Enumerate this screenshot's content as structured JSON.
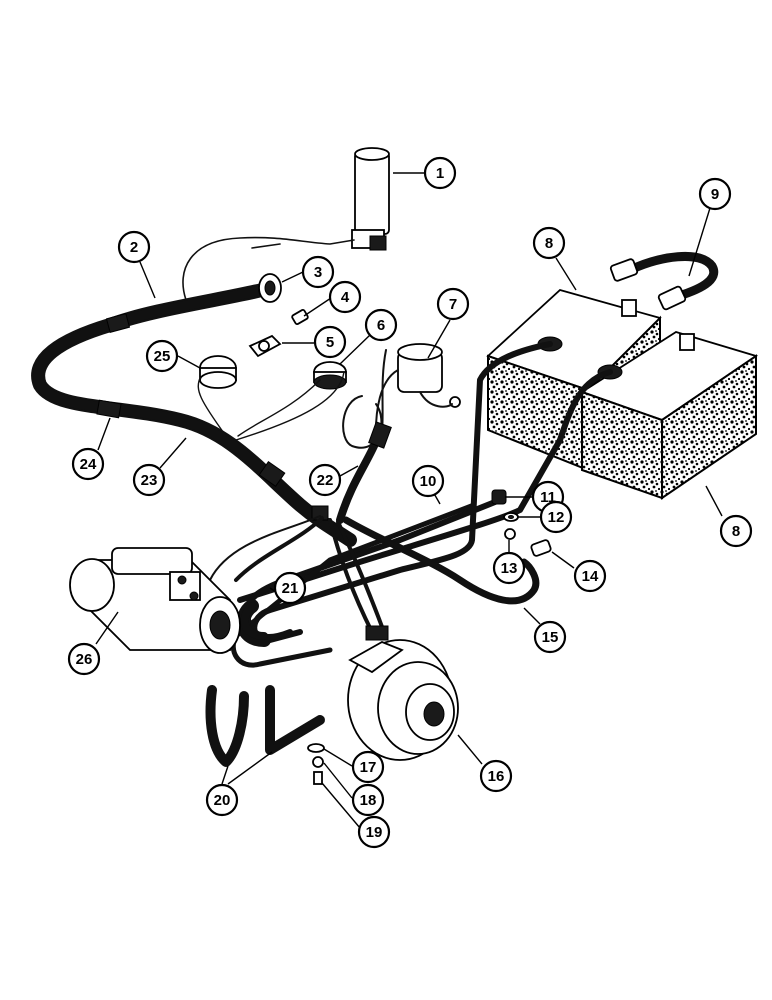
{
  "diagram": {
    "callouts": [
      {
        "id": "c1",
        "label": "1"
      },
      {
        "id": "c2",
        "label": "2"
      },
      {
        "id": "c3",
        "label": "3"
      },
      {
        "id": "c4",
        "label": "4"
      },
      {
        "id": "c5",
        "label": "5"
      },
      {
        "id": "c6",
        "label": "6"
      },
      {
        "id": "c7",
        "label": "7"
      },
      {
        "id": "c8a",
        "label": "8"
      },
      {
        "id": "c8b",
        "label": "8"
      },
      {
        "id": "c9",
        "label": "9"
      },
      {
        "id": "c10",
        "label": "10"
      },
      {
        "id": "c11",
        "label": "11"
      },
      {
        "id": "c12",
        "label": "12"
      },
      {
        "id": "c13",
        "label": "13"
      },
      {
        "id": "c14",
        "label": "14"
      },
      {
        "id": "c15",
        "label": "15"
      },
      {
        "id": "c16",
        "label": "16"
      },
      {
        "id": "c17",
        "label": "17"
      },
      {
        "id": "c18",
        "label": "18"
      },
      {
        "id": "c19",
        "label": "19"
      },
      {
        "id": "c20",
        "label": "20"
      },
      {
        "id": "c21",
        "label": "21"
      },
      {
        "id": "c22",
        "label": "22"
      },
      {
        "id": "c23",
        "label": "23"
      },
      {
        "id": "c24",
        "label": "24"
      },
      {
        "id": "c25",
        "label": "25"
      },
      {
        "id": "c26",
        "label": "26"
      }
    ],
    "colors": {
      "ink": "#000000",
      "paper": "#ffffff"
    }
  }
}
